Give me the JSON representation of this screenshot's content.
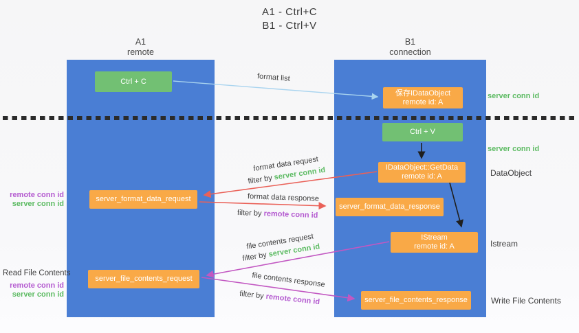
{
  "title": {
    "line1": "A1 - Ctrl+C",
    "line2": "B1 - Ctrl+V"
  },
  "lanes": [
    {
      "name": "A1",
      "role": "remote"
    },
    {
      "name": "B1",
      "role": "connection"
    }
  ],
  "nodes": {
    "ctrl_c": {
      "label": "Ctrl + C"
    },
    "save_dataobject": {
      "line1": "保存IDataObject",
      "line2": "remote id: A"
    },
    "ctrl_v": {
      "label": "Ctrl + V"
    },
    "getdata": {
      "line1": "IDataObject::GetData",
      "line2": "remote id: A"
    },
    "format_request": {
      "label": "server_format_data_request"
    },
    "format_response": {
      "label": "server_format_data_response"
    },
    "istream": {
      "line1": "IStream",
      "line2": "remote id: A"
    },
    "file_request": {
      "label": "server_file_contents_request"
    },
    "file_response": {
      "label": "server_file_contents_response"
    }
  },
  "flow_labels": {
    "format_list": "format list",
    "format_data_request": "format data request",
    "format_data_response": "format data response",
    "file_contents_request": "file contents request",
    "file_contents_response": "file contents response",
    "filter_by": "filter by",
    "server_conn_id": "server conn id",
    "remote_conn_id": "remote conn id"
  },
  "side_labels": {
    "server_conn_id": "server conn id",
    "remote_conn_id": "remote conn id",
    "dataobject": "DataObject",
    "istream": "Istream",
    "read_file_contents": "Read File Contents",
    "write_file_contents": "Write File Contents"
  },
  "colors": {
    "lane_blue": "#4a7ed4",
    "box_green": "#72c073",
    "box_orange": "#f9a947",
    "arrow_red": "#ea6158",
    "arrow_magenta": "#c258c2",
    "arrow_light_blue": "#a9d4ef",
    "arrow_black": "#1f1f1f",
    "label_green": "#5dbb63",
    "label_purple": "#b45ad0",
    "text_dark": "#3e3e3e"
  }
}
